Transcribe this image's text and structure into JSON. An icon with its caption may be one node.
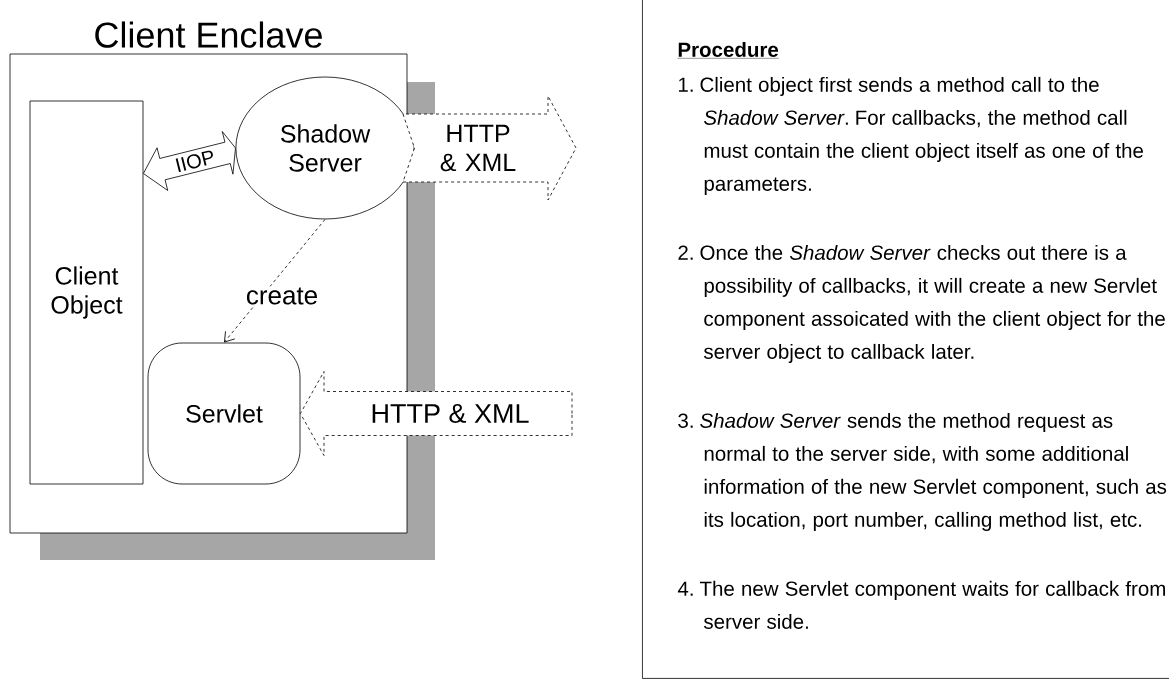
{
  "diagram": {
    "nodes": [
      {
        "text": [
          "Client Enclave"
        ]
      },
      {
        "text": [
          "Client Object"
        ],
        "in": 0
      },
      {
        "text": [
          "Shadow Server"
        ],
        "in": 0
      },
      {
        "text": [
          "Servlet"
        ],
        "in": 0
      },
      {
        "text": [
          "Procedure",
          "1. Client object first sends a method call to the *Shadow Server*. For callbacks, the method call must contain the client object itself as one of the parameters.",
          "2. Once the *Shadow Server* checks out there is a possibility of callbacks, it will create a new Servlet component assoicated with the client object for the server object to callback later.",
          "3. *Shadow Server* sends the method request as normal to the server side, with some additional information of the new Servlet component, such as its location, port number, calling method list, etc.",
          "4. The new Servlet component waits for callback from server side."
        ]
      }
    ],
    "edges": [
      {
        "from": 1,
        "to": 2,
        "arrow": "both",
        "label": "IIOP"
      },
      {
        "from": 2,
        "to": 3,
        "arrow": "to",
        "label": "create",
        "style": "dashed"
      },
      {
        "from": 2,
        "to": null,
        "arrow": "to",
        "label": "HTTP & XML",
        "style": "dashed"
      },
      {
        "from": null,
        "to": 3,
        "arrow": "to",
        "label": "HTTP & XML",
        "style": "dashed"
      }
    ]
  }
}
